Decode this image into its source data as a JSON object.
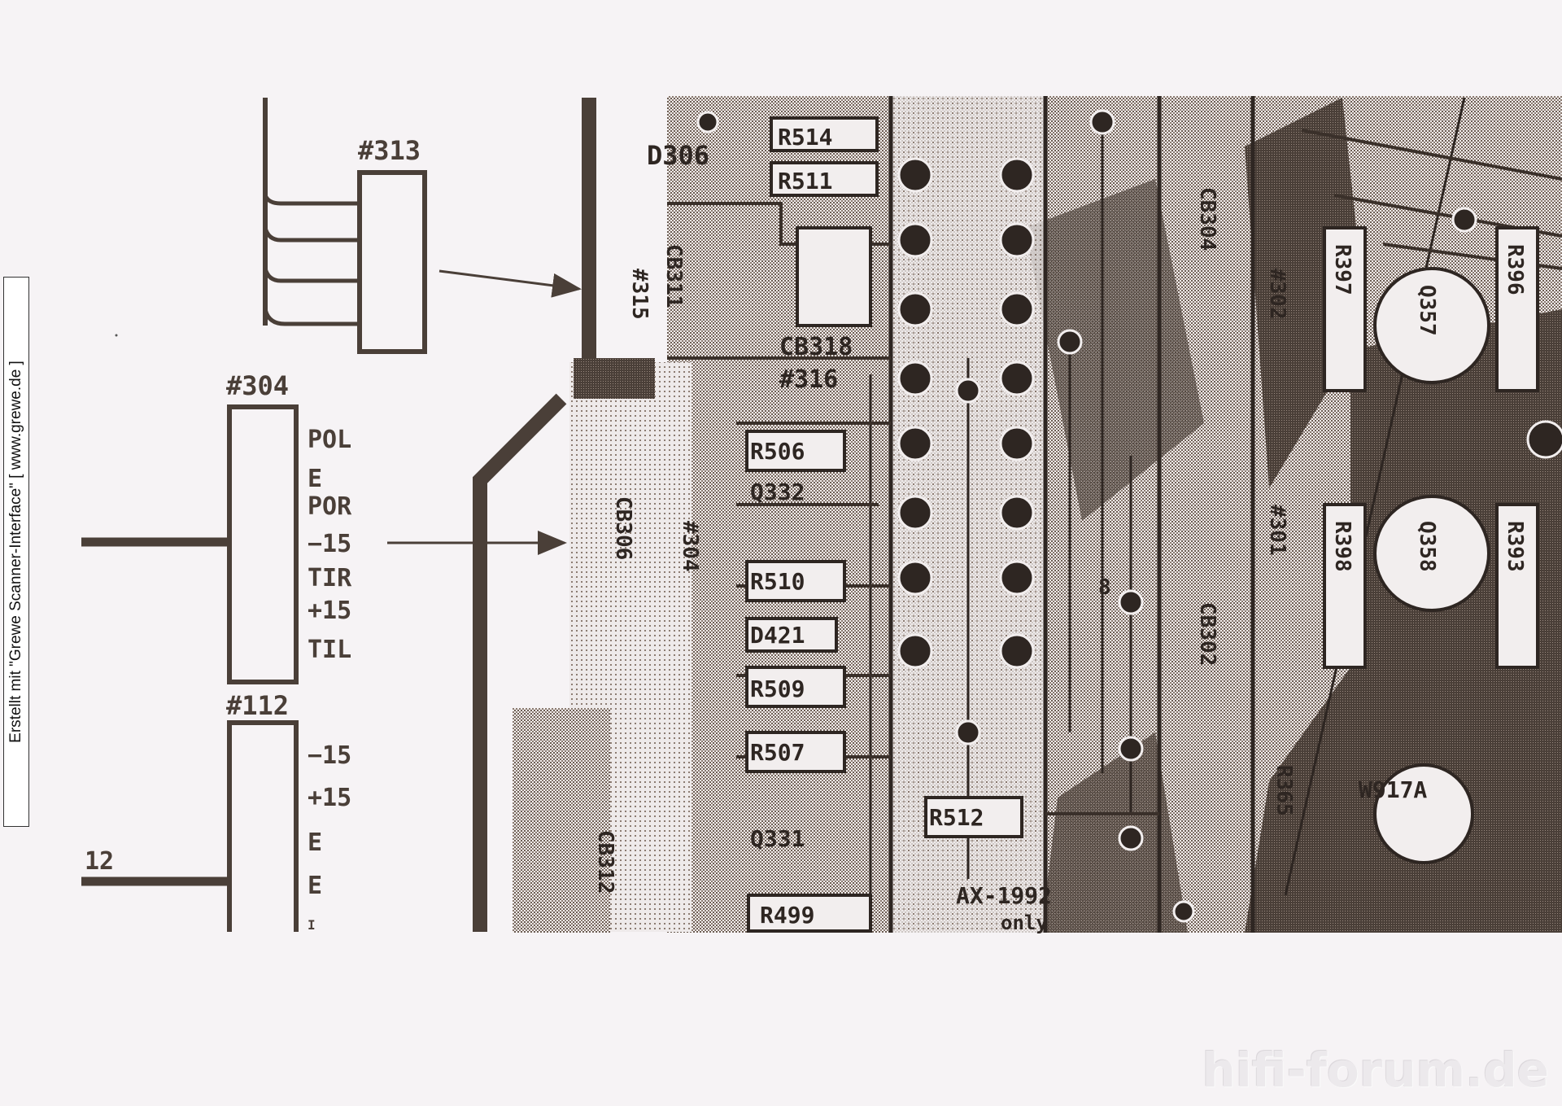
{
  "stamp": {
    "text": "Erstellt mit \"Grewe Scanner-Interface\"  [ www.grewe.de ]"
  },
  "watermark": {
    "text": "hifi-forum.de"
  },
  "connectors": {
    "c313": {
      "title": "#313"
    },
    "c304": {
      "title": "#304",
      "pins": [
        "POL",
        "E",
        "POR",
        "−15",
        "TIR",
        "+15",
        "TIL"
      ]
    },
    "c112": {
      "title": "#112",
      "pins": [
        "−15",
        "+15",
        "E",
        "E",
        "I"
      ]
    },
    "edge_label": "12"
  },
  "board": {
    "labels": {
      "d306": "D306",
      "r514": "R514",
      "r511": "R511",
      "cb318": "CB318",
      "n316": "#316",
      "cb311": "CB311",
      "n315": "#315",
      "r506": "R506",
      "q332": "Q332",
      "cb306": "CB306",
      "r510": "R510",
      "d421": "D421",
      "r509": "R509",
      "r507": "R507",
      "q331": "Q331",
      "r512": "R512",
      "r499": "R499",
      "ax": "AX-1992",
      "only": "only",
      "cb312": "CB312",
      "cb304": "CB304",
      "n302": "#302",
      "n301": "#301",
      "cb302": "CB302",
      "r397": "R397",
      "q357": "Q357",
      "r396": "R396",
      "q358": "Q358",
      "r398": "R398",
      "r393": "R393",
      "r365": "R365",
      "w917a": "W917A",
      "n304b": "#304",
      "n8": "8"
    }
  }
}
